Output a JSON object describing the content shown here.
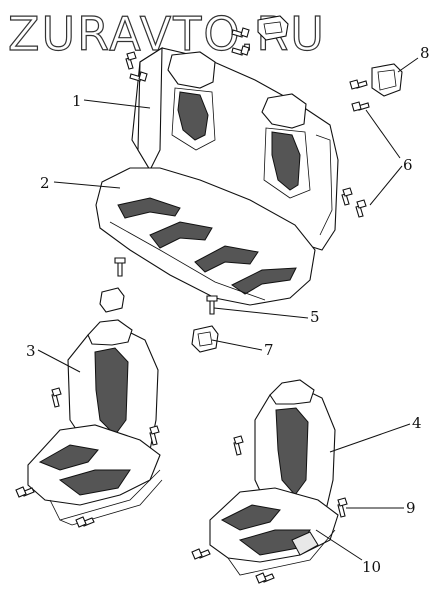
{
  "watermark": "ZURAVTO.RU",
  "callouts": {
    "c1": "1",
    "c2": "2",
    "c3": "3",
    "c4": "4",
    "c5": "5",
    "c6": "6",
    "c7": "7",
    "c8": "8",
    "c9": "9",
    "c10": "10"
  }
}
